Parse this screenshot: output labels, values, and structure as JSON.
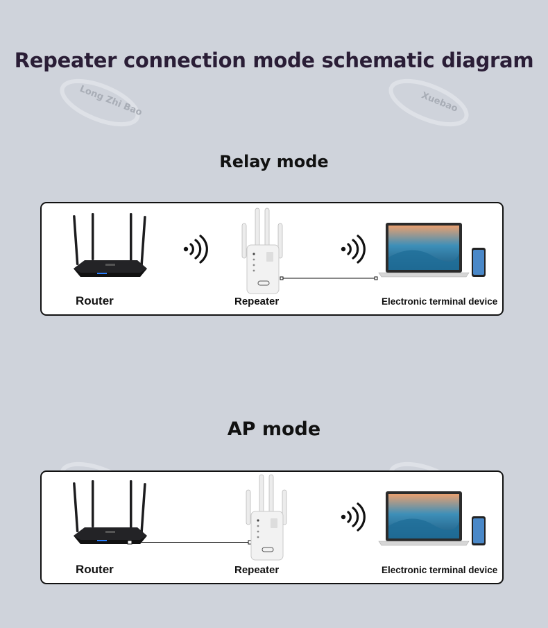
{
  "diagram": {
    "title": "Repeater connection mode schematic diagram",
    "watermarks": [
      "Long Zhi Bao",
      "Xuebao"
    ],
    "relay": {
      "heading": "Relay mode",
      "router_label": "Router",
      "repeater_label": "Repeater",
      "device_label": "Electronic terminal device"
    },
    "ap": {
      "heading": "AP mode",
      "router_label": "Router",
      "repeater_label": "Repeater",
      "device_label": "Electronic terminal device"
    }
  },
  "colors": {
    "background": "#cfd3db",
    "title": "#2a1d36",
    "panel": "#ffffff",
    "router": "#1c1c1e",
    "repeater": "#f2f2f2",
    "screen": "#2e7fa8"
  }
}
